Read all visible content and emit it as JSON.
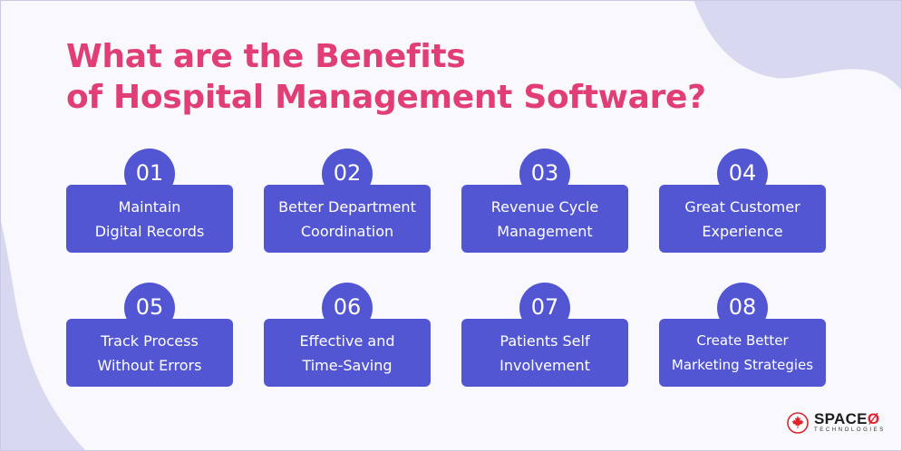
{
  "title": {
    "line1": "What are the Benefits",
    "line2": "of Hospital Management Software?"
  },
  "colors": {
    "title": "#e03e74",
    "card": "#5356d3",
    "background": "#f8f8fd",
    "blob": "#d8d9f1"
  },
  "benefits": [
    {
      "number": "01",
      "line1": "Maintain",
      "line2": "Digital Records"
    },
    {
      "number": "02",
      "line1": "Better Department",
      "line2": "Coordination"
    },
    {
      "number": "03",
      "line1": "Revenue Cycle",
      "line2": "Management"
    },
    {
      "number": "04",
      "line1": "Great Customer",
      "line2": "Experience"
    },
    {
      "number": "05",
      "line1": "Track Process",
      "line2": "Without Errors"
    },
    {
      "number": "06",
      "line1": "Effective and",
      "line2": "Time-Saving"
    },
    {
      "number": "07",
      "line1": "Patients Self",
      "line2": "Involvement"
    },
    {
      "number": "08",
      "line1": "Create Better",
      "line2": "Marketing Strategies"
    }
  ],
  "logo": {
    "main": "SPACE",
    "zero": "Ø",
    "sub": "TECHNOLOGIES",
    "icon": "maple-leaf-icon"
  }
}
